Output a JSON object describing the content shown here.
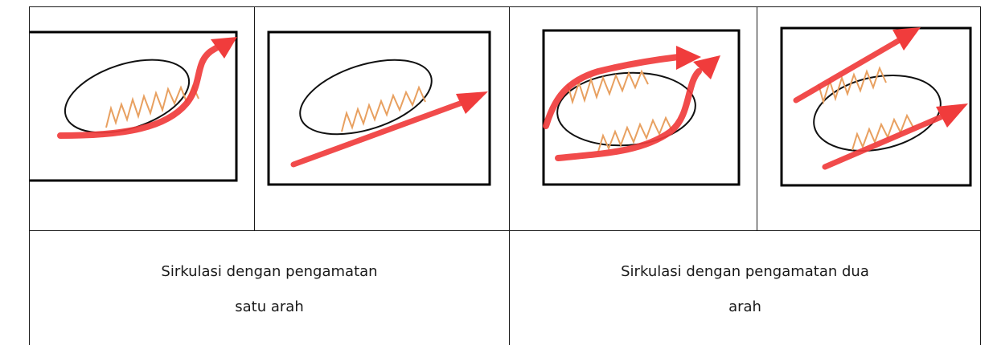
{
  "figure": {
    "colors": {
      "arrow": "#f03c3c",
      "zigzag": "#e8a060",
      "frame": "#000000",
      "ellipse": "#111111",
      "table_border": "#1a1a1a"
    },
    "panels": [
      {
        "id": "panel-1",
        "arrows": 1
      },
      {
        "id": "panel-2",
        "arrows": 1
      },
      {
        "id": "panel-3",
        "arrows": 2
      },
      {
        "id": "panel-4",
        "arrows": 2
      }
    ]
  },
  "captions": {
    "one_way": {
      "line1": "Sirkulasi dengan pengamatan",
      "line2": "satu arah"
    },
    "two_way": {
      "line1": "Sirkulasi dengan pengamatan dua",
      "line2": "arah"
    }
  }
}
